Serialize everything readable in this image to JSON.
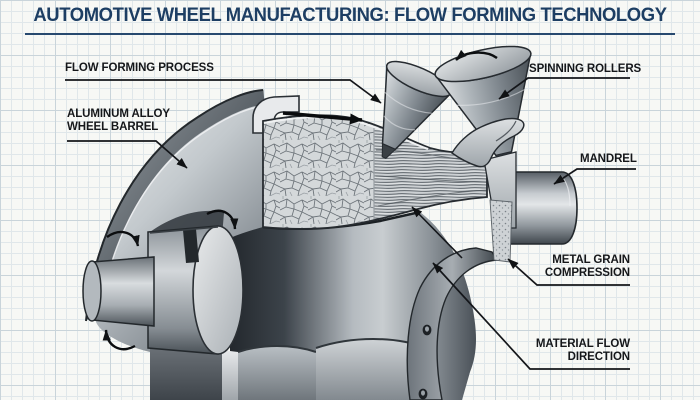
{
  "header": {
    "title": "AUTOMOTIVE WHEEL MANUFACTURING: FLOW FORMING TECHNOLOGY"
  },
  "labels": {
    "flow_forming_process": "FLOW FORMING PROCESS",
    "spinning_rollers": "SPINNING ROLLERS",
    "aluminum_alloy_line1": "ALUMINUM ALLOY",
    "aluminum_alloy_line2": "WHEEL BARREL",
    "mandrel": "MANDREL",
    "metal_grain_line1": "METAL GRAIN",
    "metal_grain_line2": "COMPRESSION",
    "material_flow_line1": "MATERIAL FLOW",
    "material_flow_line2": "DIRECTION"
  },
  "colors": {
    "title_navy": "#1d3e63",
    "label_black": "#15171a",
    "paper": "#f7f8f5",
    "grid_minor": "#e0e7ea",
    "grid_major": "#c9d4da",
    "metal_light": "#e8ebed",
    "metal_mid": "#8a9197",
    "metal_dark": "#2e3439"
  }
}
